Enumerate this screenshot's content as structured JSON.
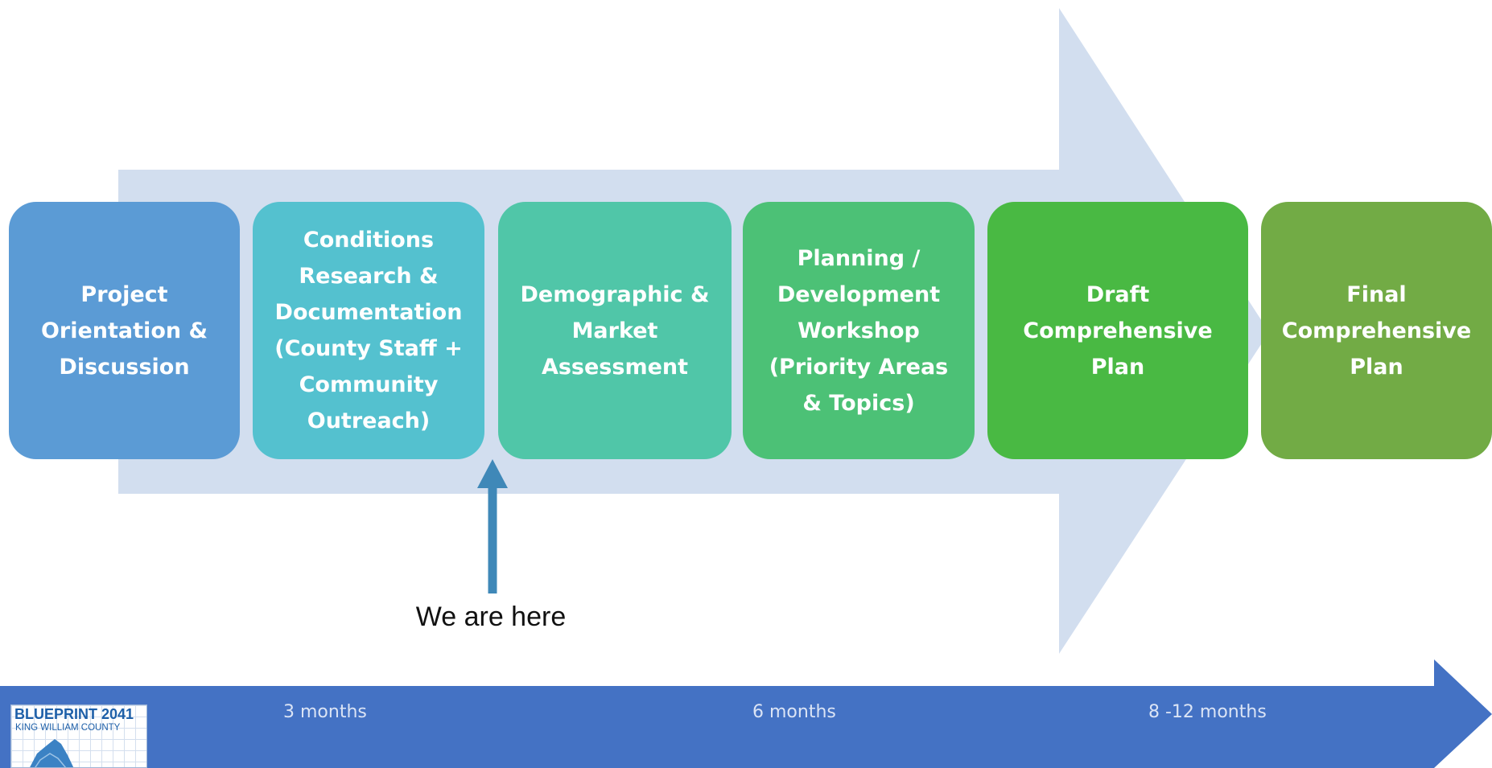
{
  "colors": {
    "big_arrow": "#d2deef",
    "timeline": "#4472c4",
    "pointer": "#3f88b8",
    "stages": [
      "#5b9bd5",
      "#54c1cf",
      "#50c6a8",
      "#4cc176",
      "#49b943",
      "#72ab45"
    ]
  },
  "stages": [
    {
      "label": "Project\nOrientation &\nDiscussion"
    },
    {
      "label": "Conditions\nResearch &\nDocumentation\n(County Staff +\nCommunity\nOutreach)"
    },
    {
      "label": "Demographic &\nMarket\nAssessment"
    },
    {
      "label": "Planning /\nDevelopment\nWorkshop\n(Priority Areas\n& Topics)"
    },
    {
      "label": "Draft\nComprehensive\nPlan"
    },
    {
      "label": "Final\nComprehensive\nPlan"
    }
  ],
  "current_marker": {
    "label": "We are here"
  },
  "timeline": {
    "ticks": [
      "3 months",
      "6 months",
      "8 -12 months"
    ]
  },
  "logo": {
    "title": "BLUEPRINT 2041",
    "subtitle": "KING WILLIAM COUNTY"
  }
}
